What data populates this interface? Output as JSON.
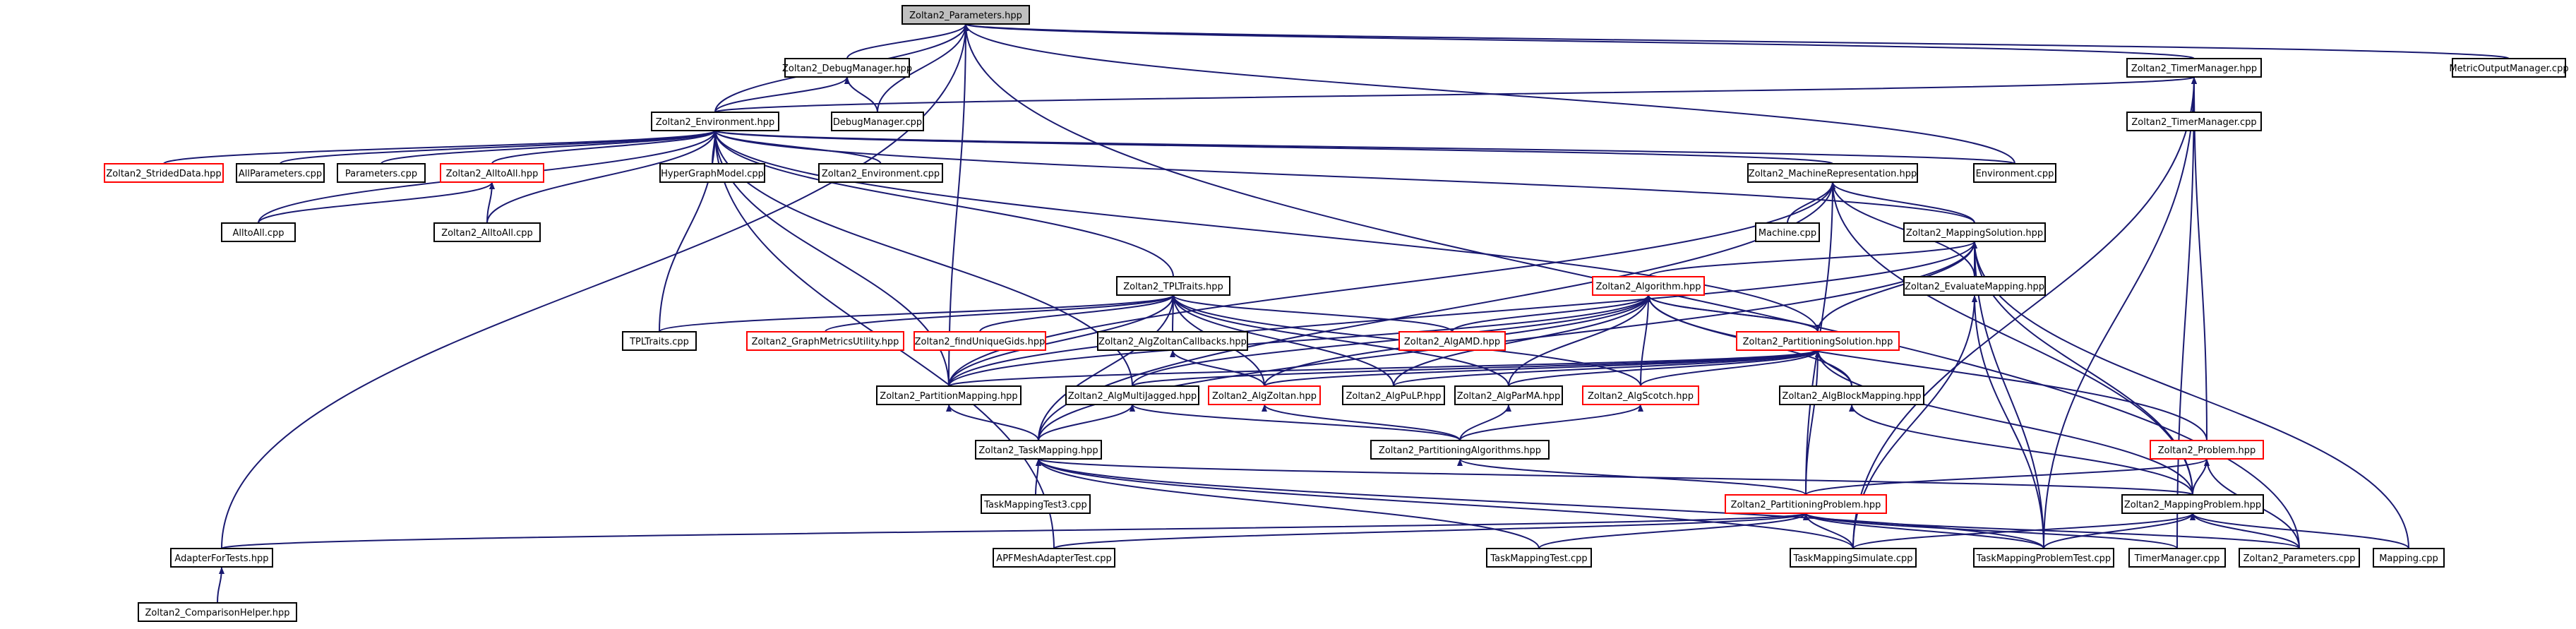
{
  "graph": {
    "colors": {
      "edge": "#191970",
      "border_normal": "#000000",
      "border_red": "#ff0000",
      "root_fill": "#bfbfbf",
      "background": "#ffffff"
    },
    "nodes": [
      {
        "id": "params_hpp",
        "label": "Zoltan2_Parameters.hpp",
        "style": "root"
      },
      {
        "id": "debug_hpp",
        "label": "Zoltan2_DebugManager.hpp",
        "style": "normal"
      },
      {
        "id": "timer_hpp",
        "label": "Zoltan2_TimerManager.hpp",
        "style": "normal"
      },
      {
        "id": "metric_cpp",
        "label": "MetricOutputManager.cpp",
        "style": "normal"
      },
      {
        "id": "env_hpp",
        "label": "Zoltan2_Environment.hpp",
        "style": "normal"
      },
      {
        "id": "debug_cpp",
        "label": "DebugManager.cpp",
        "style": "normal"
      },
      {
        "id": "timer_cpp",
        "label": "Zoltan2_TimerManager.cpp",
        "style": "normal"
      },
      {
        "id": "strided_hpp",
        "label": "Zoltan2_StridedData.hpp",
        "style": "red"
      },
      {
        "id": "allparams_cpp",
        "label": "AllParameters.cpp",
        "style": "normal"
      },
      {
        "id": "parameters_cpp",
        "label": "Parameters.cpp",
        "style": "normal"
      },
      {
        "id": "alltoall_hpp",
        "label": "Zoltan2_AlltoAll.hpp",
        "style": "red"
      },
      {
        "id": "hypergraph_hpp",
        "label": "HyperGraphModel.cpp",
        "style": "normal"
      },
      {
        "id": "env_cpp",
        "label": "Zoltan2_Environment.cpp",
        "style": "normal"
      },
      {
        "id": "environment_cpp",
        "label": "Environment.cpp",
        "style": "normal"
      },
      {
        "id": "machrep_hpp",
        "label": "Zoltan2_MachineRepresentation.hpp",
        "style": "normal"
      },
      {
        "id": "alltoall_cpp",
        "label": "AlltoAll.cpp",
        "style": "normal"
      },
      {
        "id": "z2alltoall_cpp",
        "label": "Zoltan2_AlltoAll.cpp",
        "style": "normal"
      },
      {
        "id": "machine_cpp",
        "label": "Machine.cpp",
        "style": "normal"
      },
      {
        "id": "mapsol_hpp",
        "label": "Zoltan2_MappingSolution.hpp",
        "style": "normal"
      },
      {
        "id": "tpl_hpp",
        "label": "Zoltan2_TPLTraits.hpp",
        "style": "normal"
      },
      {
        "id": "algorithm_hpp",
        "label": "Zoltan2_Algorithm.hpp",
        "style": "red"
      },
      {
        "id": "evalmap_hpp",
        "label": "Zoltan2_EvaluateMapping.hpp",
        "style": "normal"
      },
      {
        "id": "tpltraits_cpp",
        "label": "TPLTraits.cpp",
        "style": "normal"
      },
      {
        "id": "graphmetrics_hpp",
        "label": "Zoltan2_GraphMetricsUtility.hpp",
        "style": "red"
      },
      {
        "id": "findgcide_hpp",
        "label": "Zoltan2_findUniqueGids.hpp",
        "style": "red"
      },
      {
        "id": "zoltancb_hpp",
        "label": "Zoltan2_AlgZoltanCallbacks.hpp",
        "style": "normal"
      },
      {
        "id": "algamd_hpp",
        "label": "Zoltan2_AlgAMD.hpp",
        "style": "red"
      },
      {
        "id": "partsol_hpp",
        "label": "Zoltan2_PartitioningSolution.hpp",
        "style": "red"
      },
      {
        "id": "partmap_hpp",
        "label": "Zoltan2_PartitionMapping.hpp",
        "style": "normal"
      },
      {
        "id": "multijag_hpp",
        "label": "Zoltan2_AlgMultiJagged.hpp",
        "style": "normal"
      },
      {
        "id": "algzoltan_hpp",
        "label": "Zoltan2_AlgZoltan.hpp",
        "style": "red"
      },
      {
        "id": "algpulp_hpp",
        "label": "Zoltan2_AlgPuLP.hpp",
        "style": "normal"
      },
      {
        "id": "algparma_hpp",
        "label": "Zoltan2_AlgParMA.hpp",
        "style": "normal"
      },
      {
        "id": "algscotch_hpp",
        "label": "Zoltan2_AlgScotch.hpp",
        "style": "red"
      },
      {
        "id": "blockmap_hpp",
        "label": "Zoltan2_AlgBlockMapping.hpp",
        "style": "normal"
      },
      {
        "id": "taskmap_hpp",
        "label": "Zoltan2_TaskMapping.hpp",
        "style": "normal"
      },
      {
        "id": "partalgs_hpp",
        "label": "Zoltan2_PartitioningAlgorithms.hpp",
        "style": "normal"
      },
      {
        "id": "problem_hpp",
        "label": "Zoltan2_Problem.hpp",
        "style": "red"
      },
      {
        "id": "tmtest3_cpp",
        "label": "TaskMappingTest3.cpp",
        "style": "normal"
      },
      {
        "id": "partprob_hpp",
        "label": "Zoltan2_PartitioningProblem.hpp",
        "style": "red"
      },
      {
        "id": "mapprob_hpp",
        "label": "Zoltan2_MappingProblem.hpp",
        "style": "normal"
      },
      {
        "id": "adapter_hpp",
        "label": "AdapterForTests.hpp",
        "style": "normal"
      },
      {
        "id": "apfmesh_cpp",
        "label": "APFMeshAdapterTest.cpp",
        "style": "normal"
      },
      {
        "id": "tmtest_cpp",
        "label": "TaskMappingTest.cpp",
        "style": "normal"
      },
      {
        "id": "tmsim_cpp",
        "label": "TaskMappingSimulate.cpp",
        "style": "normal"
      },
      {
        "id": "tmprobtest_cpp",
        "label": "TaskMappingProblemTest.cpp",
        "style": "normal"
      },
      {
        "id": "timermgr_cpp",
        "label": "TimerManager.cpp",
        "style": "normal"
      },
      {
        "id": "z2params_cpp",
        "label": "Zoltan2_Parameters.cpp",
        "style": "normal"
      },
      {
        "id": "mapping_cpp",
        "label": "Mapping.cpp",
        "style": "normal"
      },
      {
        "id": "comphelper_hpp",
        "label": "Zoltan2_ComparisonHelper.hpp",
        "style": "normal"
      }
    ],
    "edges": [
      [
        "debug_hpp",
        "params_hpp"
      ],
      [
        "timer_hpp",
        "params_hpp"
      ],
      [
        "metric_cpp",
        "params_hpp"
      ],
      [
        "env_hpp",
        "params_hpp"
      ],
      [
        "debug_cpp",
        "params_hpp"
      ],
      [
        "environment_cpp",
        "params_hpp"
      ],
      [
        "z2params_cpp",
        "params_hpp"
      ],
      [
        "adapter_hpp",
        "params_hpp"
      ],
      [
        "partmap_hpp",
        "params_hpp"
      ],
      [
        "env_hpp",
        "debug_hpp"
      ],
      [
        "debug_cpp",
        "debug_hpp"
      ],
      [
        "env_hpp",
        "timer_hpp"
      ],
      [
        "timer_cpp",
        "timer_hpp"
      ],
      [
        "timermgr_cpp",
        "timer_hpp"
      ],
      [
        "tmsim_cpp",
        "timer_hpp"
      ],
      [
        "problem_hpp",
        "timer_hpp"
      ],
      [
        "tmprobtest_cpp",
        "timer_hpp"
      ],
      [
        "strided_hpp",
        "env_hpp"
      ],
      [
        "allparams_cpp",
        "env_hpp"
      ],
      [
        "parameters_cpp",
        "env_hpp"
      ],
      [
        "alltoall_hpp",
        "env_hpp"
      ],
      [
        "hypergraph_hpp",
        "env_hpp"
      ],
      [
        "env_cpp",
        "env_hpp"
      ],
      [
        "environment_cpp",
        "env_hpp"
      ],
      [
        "machrep_hpp",
        "env_hpp"
      ],
      [
        "alltoall_cpp",
        "env_hpp"
      ],
      [
        "z2alltoall_cpp",
        "env_hpp"
      ],
      [
        "mapsol_hpp",
        "env_hpp"
      ],
      [
        "tpl_hpp",
        "env_hpp"
      ],
      [
        "tpltraits_cpp",
        "env_hpp"
      ],
      [
        "partsol_hpp",
        "env_hpp"
      ],
      [
        "partmap_hpp",
        "env_hpp"
      ],
      [
        "multijag_hpp",
        "env_hpp"
      ],
      [
        "apfmesh_cpp",
        "env_hpp"
      ],
      [
        "alltoall_cpp",
        "alltoall_hpp"
      ],
      [
        "z2alltoall_cpp",
        "alltoall_hpp"
      ],
      [
        "machine_cpp",
        "machrep_hpp"
      ],
      [
        "mapsol_hpp",
        "machrep_hpp"
      ],
      [
        "evalmap_hpp",
        "machrep_hpp"
      ],
      [
        "partprob_hpp",
        "machrep_hpp"
      ],
      [
        "mapprob_hpp",
        "machrep_hpp"
      ],
      [
        "partmap_hpp",
        "machrep_hpp"
      ],
      [
        "taskmap_hpp",
        "machrep_hpp"
      ],
      [
        "algorithm_hpp",
        "mapsol_hpp"
      ],
      [
        "evalmap_hpp",
        "mapsol_hpp"
      ],
      [
        "partsol_hpp",
        "mapsol_hpp"
      ],
      [
        "mapprob_hpp",
        "mapsol_hpp"
      ],
      [
        "tmprobtest_cpp",
        "mapsol_hpp"
      ],
      [
        "mapping_cpp",
        "mapsol_hpp"
      ],
      [
        "taskmap_hpp",
        "mapsol_hpp"
      ],
      [
        "partmap_hpp",
        "mapsol_hpp"
      ],
      [
        "tmsim_cpp",
        "evalmap_hpp"
      ],
      [
        "tmprobtest_cpp",
        "evalmap_hpp"
      ],
      [
        "tpltraits_cpp",
        "tpl_hpp"
      ],
      [
        "graphmetrics_hpp",
        "tpl_hpp"
      ],
      [
        "findgcide_hpp",
        "tpl_hpp"
      ],
      [
        "zoltancb_hpp",
        "tpl_hpp"
      ],
      [
        "algamd_hpp",
        "tpl_hpp"
      ],
      [
        "algzoltan_hpp",
        "tpl_hpp"
      ],
      [
        "algpulp_hpp",
        "tpl_hpp"
      ],
      [
        "algparma_hpp",
        "tpl_hpp"
      ],
      [
        "algscotch_hpp",
        "tpl_hpp"
      ],
      [
        "taskmap_hpp",
        "tpl_hpp"
      ],
      [
        "partmap_hpp",
        "tpl_hpp"
      ],
      [
        "algzoltan_hpp",
        "zoltancb_hpp"
      ],
      [
        "algamd_hpp",
        "algorithm_hpp"
      ],
      [
        "partsol_hpp",
        "algorithm_hpp"
      ],
      [
        "partmap_hpp",
        "algorithm_hpp"
      ],
      [
        "multijag_hpp",
        "algorithm_hpp"
      ],
      [
        "algzoltan_hpp",
        "algorithm_hpp"
      ],
      [
        "algpulp_hpp",
        "algorithm_hpp"
      ],
      [
        "algparma_hpp",
        "algorithm_hpp"
      ],
      [
        "algscotch_hpp",
        "algorithm_hpp"
      ],
      [
        "blockmap_hpp",
        "algorithm_hpp"
      ],
      [
        "problem_hpp",
        "algorithm_hpp"
      ],
      [
        "algorithm_hpp",
        "partsol_hpp"
      ],
      [
        "partmap_hpp",
        "partsol_hpp"
      ],
      [
        "multijag_hpp",
        "partsol_hpp"
      ],
      [
        "algzoltan_hpp",
        "partsol_hpp"
      ],
      [
        "algpulp_hpp",
        "partsol_hpp"
      ],
      [
        "algparma_hpp",
        "partsol_hpp"
      ],
      [
        "algscotch_hpp",
        "partsol_hpp"
      ],
      [
        "blockmap_hpp",
        "partsol_hpp"
      ],
      [
        "partprob_hpp",
        "partsol_hpp"
      ],
      [
        "mapprob_hpp",
        "partsol_hpp"
      ],
      [
        "taskmap_hpp",
        "partmap_hpp"
      ],
      [
        "taskmap_hpp",
        "multijag_hpp"
      ],
      [
        "partalgs_hpp",
        "multijag_hpp"
      ],
      [
        "partalgs_hpp",
        "algzoltan_hpp"
      ],
      [
        "partalgs_hpp",
        "algparma_hpp"
      ],
      [
        "partalgs_hpp",
        "algscotch_hpp"
      ],
      [
        "mapprob_hpp",
        "blockmap_hpp"
      ],
      [
        "tmtest3_cpp",
        "taskmap_hpp"
      ],
      [
        "tmtest_cpp",
        "taskmap_hpp"
      ],
      [
        "tmsim_cpp",
        "taskmap_hpp"
      ],
      [
        "mapprob_hpp",
        "taskmap_hpp"
      ],
      [
        "tmprobtest_cpp",
        "taskmap_hpp"
      ],
      [
        "partprob_hpp",
        "partalgs_hpp"
      ],
      [
        "partprob_hpp",
        "problem_hpp"
      ],
      [
        "mapprob_hpp",
        "problem_hpp"
      ],
      [
        "z2params_cpp",
        "problem_hpp"
      ],
      [
        "adapter_hpp",
        "partprob_hpp"
      ],
      [
        "apfmesh_cpp",
        "partprob_hpp"
      ],
      [
        "tmtest_cpp",
        "partprob_hpp"
      ],
      [
        "tmsim_cpp",
        "partprob_hpp"
      ],
      [
        "tmprobtest_cpp",
        "partprob_hpp"
      ],
      [
        "timermgr_cpp",
        "partprob_hpp"
      ],
      [
        "z2params_cpp",
        "partprob_hpp"
      ],
      [
        "tmsim_cpp",
        "mapprob_hpp"
      ],
      [
        "tmprobtest_cpp",
        "mapprob_hpp"
      ],
      [
        "z2params_cpp",
        "mapprob_hpp"
      ],
      [
        "mapping_cpp",
        "mapprob_hpp"
      ],
      [
        "comphelper_hpp",
        "adapter_hpp"
      ]
    ]
  }
}
